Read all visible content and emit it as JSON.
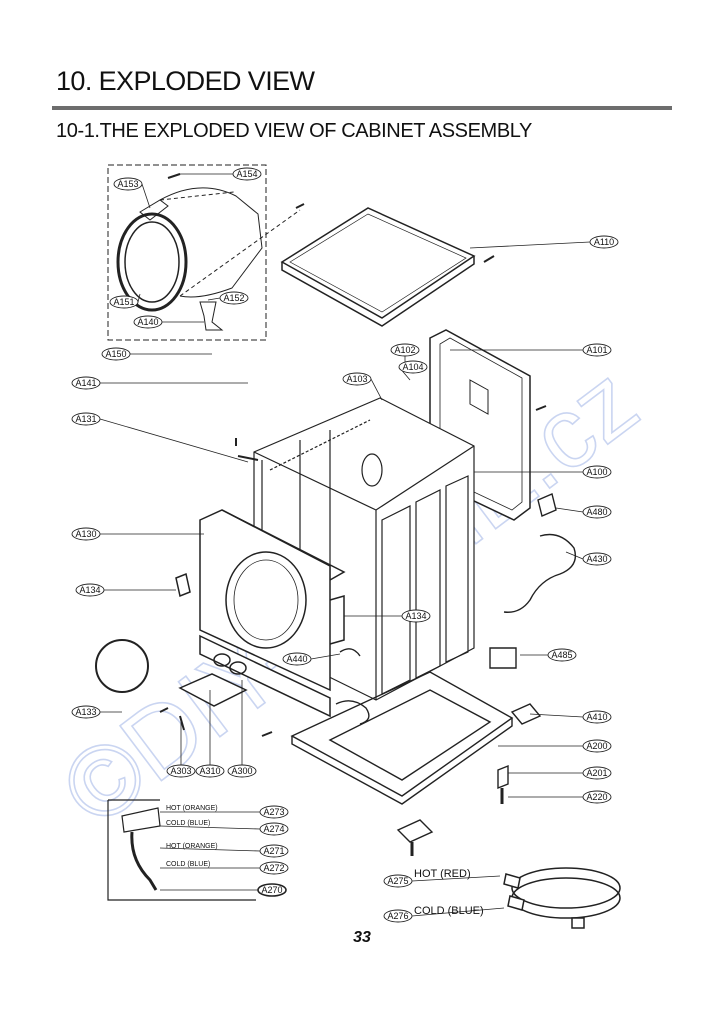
{
  "page": {
    "section_title": "10. EXPLODED VIEW",
    "subsection_title": "10-1.THE EXPLODED VIEW OF CABINET ASSEMBLY",
    "page_number": "33",
    "watermark": "©DIY-POMÉ.cz"
  },
  "parts": [
    "A154",
    "A153",
    "A151",
    "A152",
    "A140",
    "A150",
    "A110",
    "A101",
    "A102",
    "A104",
    "A103",
    "A141",
    "A131",
    "A100",
    "A480",
    "A130",
    "A430",
    "A134",
    "A134",
    "A440",
    "A485",
    "A133",
    "A410",
    "A200",
    "A303",
    "A310",
    "A300",
    "A201",
    "A220",
    "A273",
    "A274",
    "A271",
    "A272",
    "A270",
    "A275",
    "A276"
  ],
  "captions": {
    "hot_orange": "HOT (ORANGE)",
    "cold_blue": "COLD (BLUE)",
    "hot_red": "HOT (RED)",
    "cold_blue_2": "COLD (BLUE)"
  }
}
